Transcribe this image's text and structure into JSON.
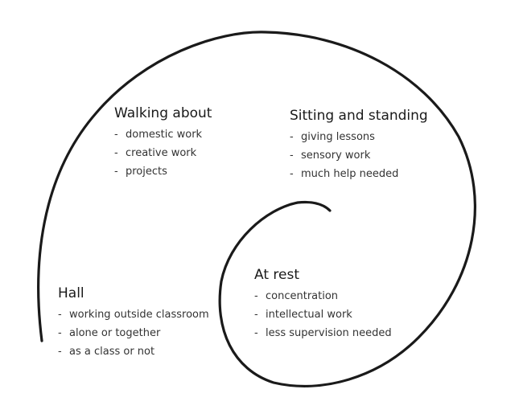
{
  "diagram": {
    "groups": [
      {
        "id": "walking",
        "title": "Walking about",
        "items": [
          "domestic work",
          "creative work",
          "projects"
        ]
      },
      {
        "id": "sitting",
        "title": "Sitting and standing",
        "items": [
          "giving lessons",
          "sensory work",
          "much help needed"
        ]
      },
      {
        "id": "atrest",
        "title": "At rest",
        "items": [
          "concentration",
          "intellectual work",
          "less supervision needed"
        ]
      },
      {
        "id": "hall",
        "title": "Hall",
        "items": [
          "working outside classroom",
          "alone or together",
          "as a class or not"
        ]
      }
    ],
    "bullet": "-",
    "stroke_color": "#1a1a1a"
  }
}
